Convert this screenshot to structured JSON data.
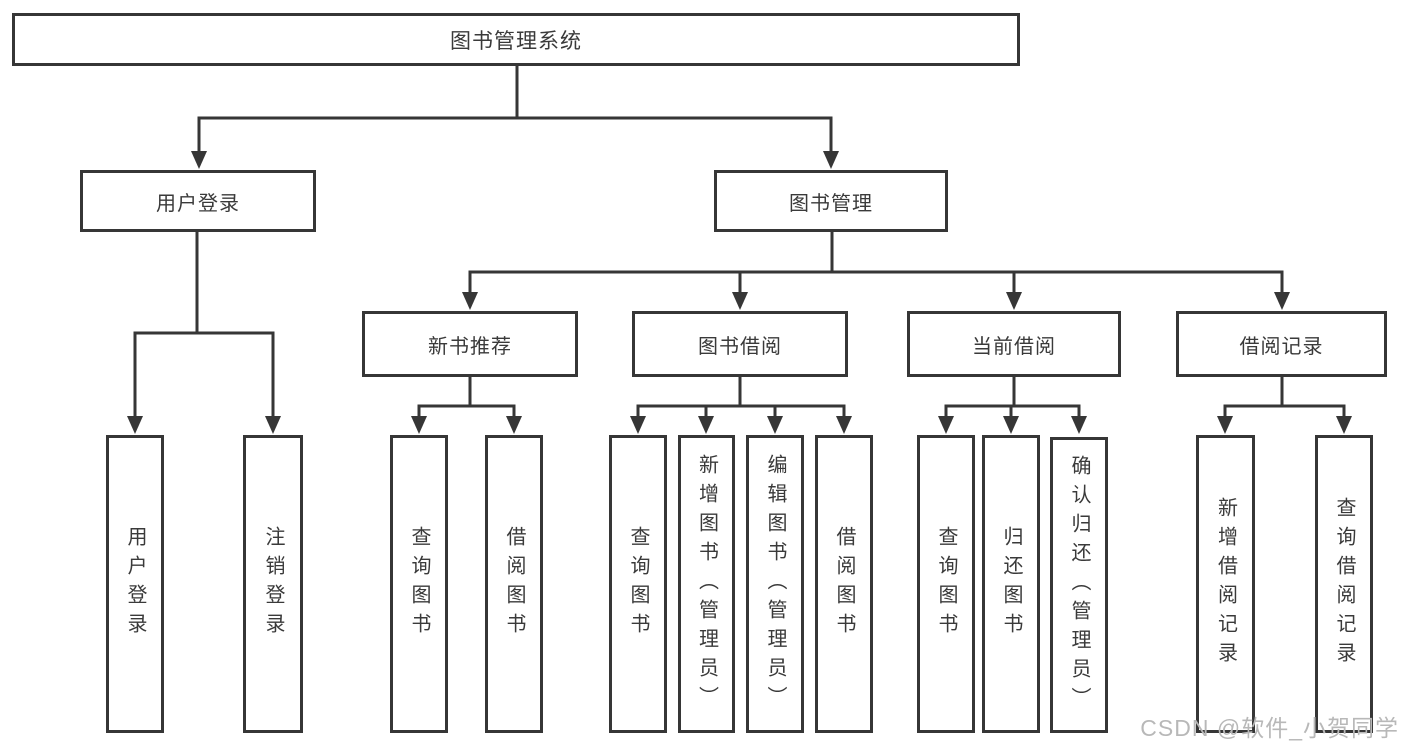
{
  "diagram": {
    "title": "图书管理系统",
    "level2": [
      {
        "label": "用户登录"
      },
      {
        "label": "图书管理"
      }
    ],
    "level3": [
      {
        "label": "新书推荐"
      },
      {
        "label": "图书借阅"
      },
      {
        "label": "当前借阅"
      },
      {
        "label": "借阅记录"
      }
    ],
    "leaves": {
      "user_login": [
        "用户登录",
        "注销登录"
      ],
      "new_book": [
        "查询图书",
        "借阅图书"
      ],
      "book_borrow": [
        "查询图书",
        "新增图书（管理员）",
        "编辑图书（管理员）",
        "借阅图书"
      ],
      "current_borrow": [
        "查询图书",
        "归还图书",
        "确认归还（管理员）"
      ],
      "borrow_record": [
        "新增借阅记录",
        "查询借阅记录"
      ]
    }
  },
  "watermark": {
    "text": "CSDN @软件_小贺同学"
  },
  "colors": {
    "line": "#363636",
    "text": "#3a3a3a",
    "watermark": "#b8b8b8",
    "background": "#ffffff"
  }
}
